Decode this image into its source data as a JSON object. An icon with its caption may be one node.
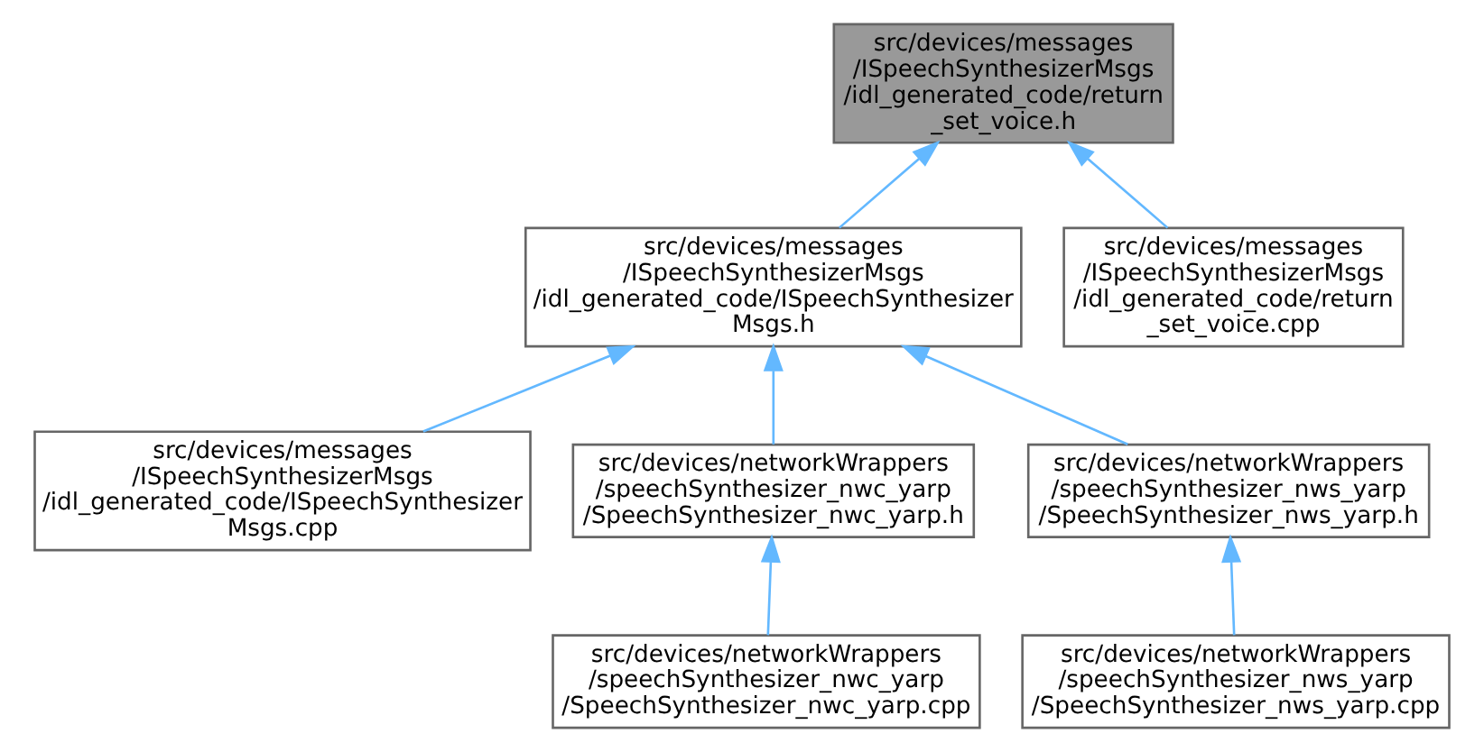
{
  "diagram": {
    "nodes": [
      {
        "text": [
          "src/devices/messages /ISpeechSynthesizerMsgs /idl_generated_code/return _set_voice.h"
        ]
      },
      {
        "text": [
          "src/devices/messages /ISpeechSynthesizerMsgs /idl_generated_code/ISpeechSynthesizer Msgs.h"
        ]
      },
      {
        "text": [
          "src/devices/messages /ISpeechSynthesizerMsgs /idl_generated_code/return _set_voice.cpp"
        ]
      },
      {
        "text": [
          "src/devices/messages /ISpeechSynthesizerMsgs /idl_generated_code/ISpeechSynthesizer Msgs.cpp"
        ]
      },
      {
        "text": [
          "src/devices/networkWrappers /speechSynthesizer_nwc_yarp /SpeechSynthesizer_nwc_yarp.h"
        ]
      },
      {
        "text": [
          "src/devices/networkWrappers /speechSynthesizer_nws_yarp /SpeechSynthesizer_nws_yarp.h"
        ]
      },
      {
        "text": [
          "src/devices/networkWrappers /speechSynthesizer_nwc_yarp /SpeechSynthesizer_nwc_yarp.cpp"
        ]
      },
      {
        "text": [
          "src/devices/networkWrappers /speechSynthesizer_nws_yarp /SpeechSynthesizer_nws_yarp.cpp"
        ]
      }
    ],
    "edges": [
      {
        "from": 1,
        "to": 0,
        "arrow": "to"
      },
      {
        "from": 2,
        "to": 0,
        "arrow": "to"
      },
      {
        "from": 3,
        "to": 1,
        "arrow": "to"
      },
      {
        "from": 4,
        "to": 1,
        "arrow": "to"
      },
      {
        "from": 5,
        "to": 1,
        "arrow": "to"
      },
      {
        "from": 6,
        "to": 4,
        "arrow": "to"
      },
      {
        "from": 7,
        "to": 5,
        "arrow": "to"
      }
    ]
  }
}
